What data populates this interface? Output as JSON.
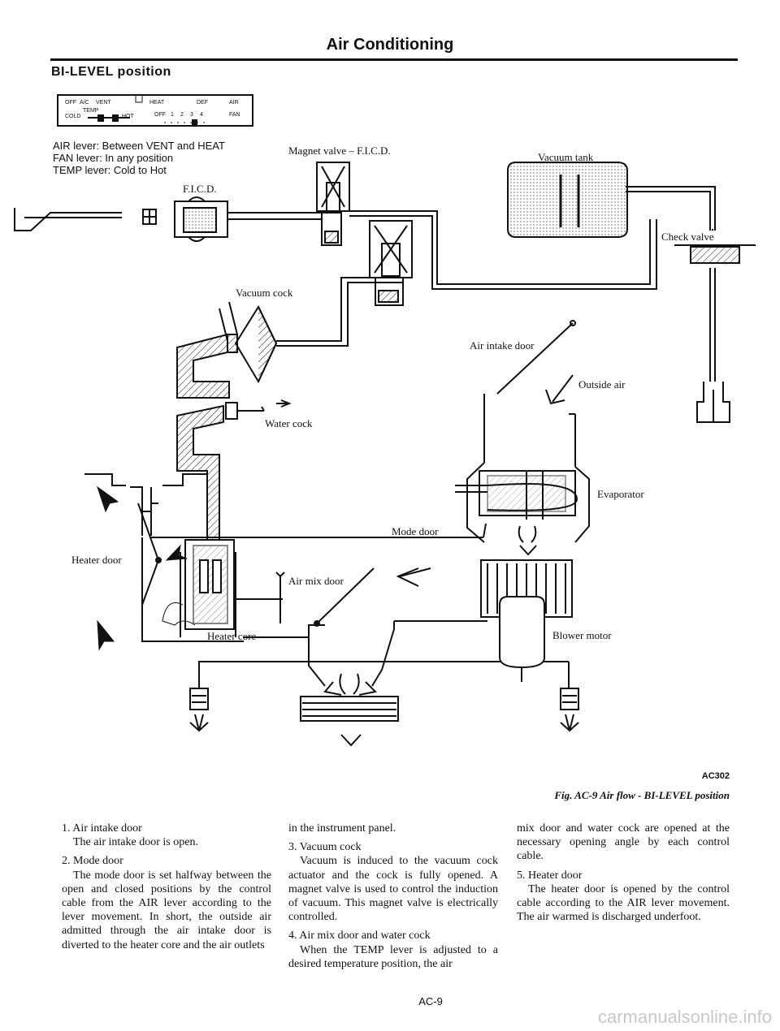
{
  "header": {
    "title": "Air Conditioning"
  },
  "section_title": "BI-LEVEL position",
  "control_panel": {
    "row1": [
      "OFF",
      "A/C",
      "VENT",
      "HEAT",
      "DEF",
      "AIR"
    ],
    "row2": [
      "COLD",
      "TEMP",
      "HOT",
      "OFF",
      "1",
      "2",
      "3",
      "4",
      "FAN"
    ]
  },
  "lever_notes": [
    "AIR lever: Between VENT and HEAT",
    "FAN lever: In any position",
    "TEMP lever: Cold to Hot"
  ],
  "diagram_labels": {
    "fic": "F.I.C.D.",
    "magnet_valve": "Magnet valve – F.I.C.D.",
    "vacuum_tank": "Vacuum tank",
    "check_valve": "Check valve",
    "vacuum_cock": "Vacuum cock",
    "air_intake_door": "Air intake door",
    "outside_air": "Outside air",
    "water_cock": "Water cock",
    "evaporator": "Evaporator",
    "mode_door": "Mode door",
    "heater_door": "Heater door",
    "air_mix_door": "Air mix door",
    "heater_core": "Heater core",
    "blower_motor": "Blower motor"
  },
  "figure": {
    "code": "AC302",
    "caption": "Fig. AC-9 Air flow - BI-LEVEL position"
  },
  "body": {
    "col1": [
      {
        "head": "1.  Air intake door",
        "text": "The air intake door is open."
      },
      {
        "head": "2.  Mode door",
        "text": "The mode door is set halfway between the open and closed positions by the control cable from the AIR lever according to the lever movement. In short, the outside air admitted through the air intake door is diverted to the heater core and the air outlets"
      }
    ],
    "col2_lead": "in the instrument panel.",
    "col2": [
      {
        "head": "3.  Vacuum cock",
        "text": "Vacuum is induced to the vacuum cock actuator and the cock is fully opened. A magnet valve is used to control the induction of vacuum. This magnet valve is electrically controlled."
      },
      {
        "head": "4.  Air mix door and water cock",
        "text": "When the TEMP lever is adjusted to a desired temperature position, the air"
      }
    ],
    "col3_lead": "mix door and water cock are opened at the necessary opening angle by each control cable.",
    "col3": [
      {
        "head": "5.  Heater door",
        "text": "The heater door is opened by the control cable according to the AIR lever movement. The air warmed is discharged underfoot."
      }
    ]
  },
  "page_number": "AC-9",
  "watermark": "carmanualsonline.info"
}
